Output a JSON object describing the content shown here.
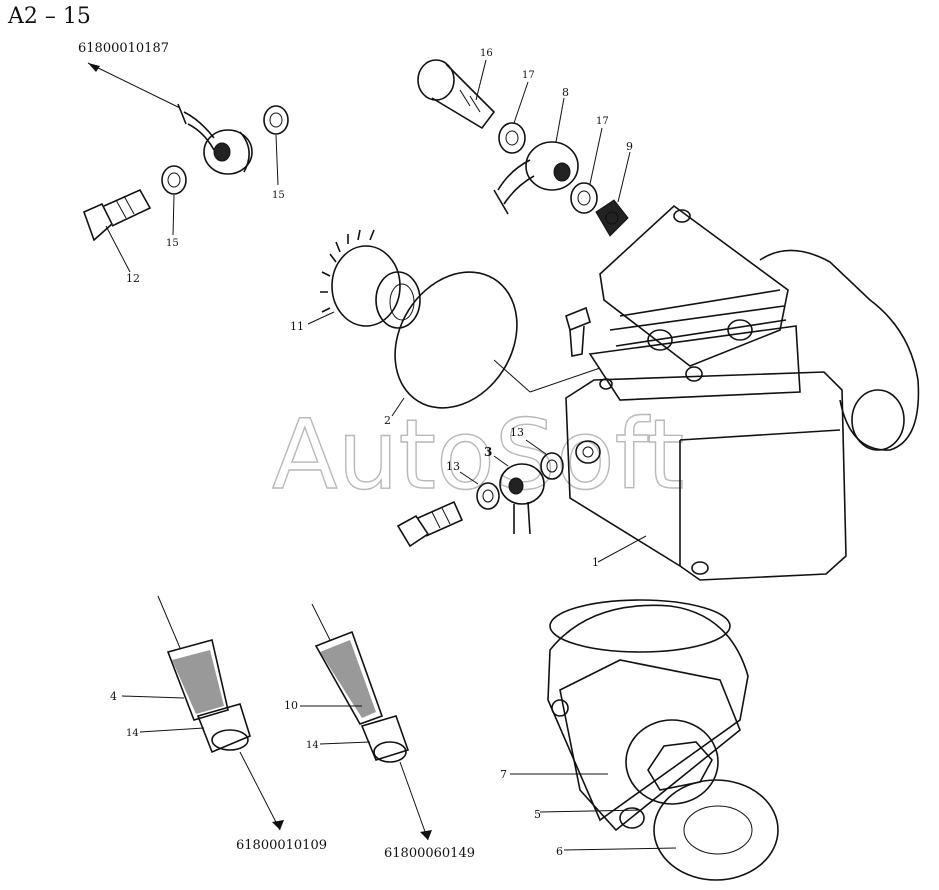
{
  "title": "A2 – 15",
  "watermark": "AutoSoft",
  "callouts": {
    "c1": "1",
    "c2": "2",
    "c3": "3",
    "c4": "4",
    "c5": "5",
    "c6": "6",
    "c7": "7",
    "c8": "8",
    "c9": "9",
    "c10": "10",
    "c11": "11",
    "c12": "12",
    "c13a": "13",
    "c13b": "13",
    "c14a": "14",
    "c14b": "14",
    "c15a": "15",
    "c15b": "15",
    "c16": "16",
    "c17a": "17",
    "c17b": "17"
  },
  "part_numbers": {
    "top_left": "61800010187",
    "bottom_left": "61800010109",
    "bottom_middle": "61800060149"
  }
}
